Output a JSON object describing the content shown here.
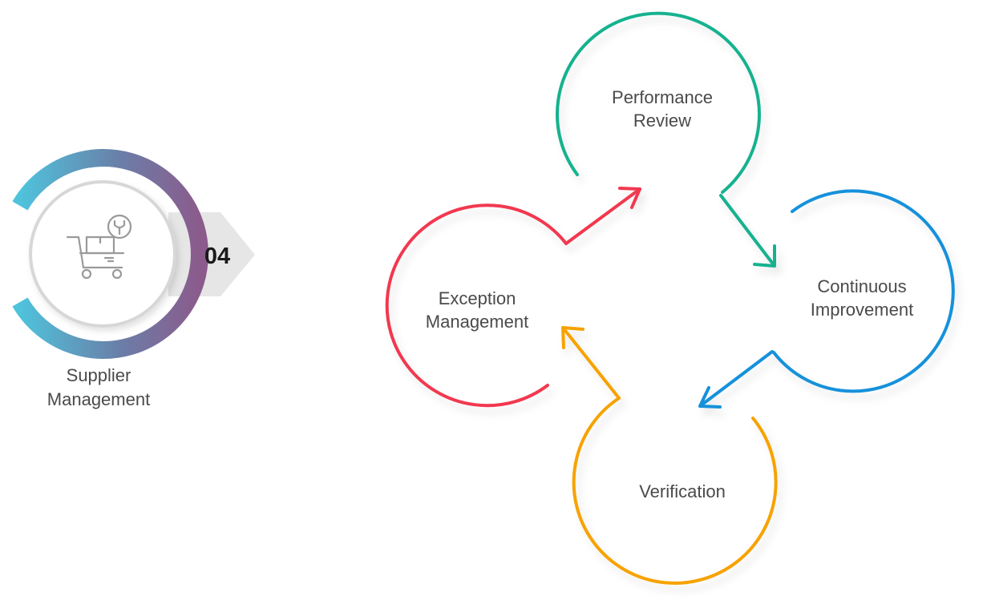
{
  "badge": {
    "number": "04",
    "caption_line1": "Supplier",
    "caption_line2": "Management",
    "icon": "supplier-cart-icon",
    "ring_gradient": [
      "#4fc3dc",
      "#6a7fa8",
      "#8b5b8c"
    ],
    "arrow_color": "#e6e6e6"
  },
  "cycle": {
    "nodes": [
      {
        "id": "performance-review",
        "line1": "Performance",
        "line2": "Review",
        "color": "#19b28f"
      },
      {
        "id": "continuous-improvement",
        "line1": "Continuous",
        "line2": "Improvement",
        "color": "#1791db"
      },
      {
        "id": "verification",
        "line1": "Verification",
        "line2": "",
        "color": "#f7a200"
      },
      {
        "id": "exception-management",
        "line1": "Exception",
        "line2": "Management",
        "color": "#f2384f"
      }
    ]
  }
}
